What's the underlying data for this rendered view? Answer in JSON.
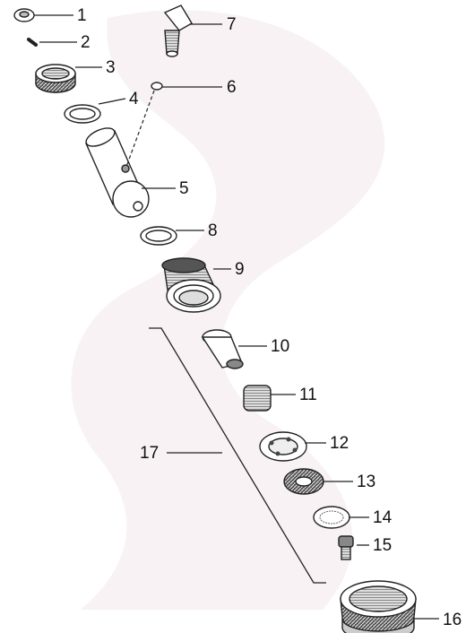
{
  "diagram": {
    "background_tint": "#f3e8ec",
    "line_color": "#222222",
    "part_fill": "#ffffff",
    "part_shade": "#bfbfbf",
    "callouts": [
      {
        "id": "p1",
        "label": "1"
      },
      {
        "id": "p2",
        "label": "2"
      },
      {
        "id": "p3",
        "label": "3"
      },
      {
        "id": "p4",
        "label": "4"
      },
      {
        "id": "p5",
        "label": "5"
      },
      {
        "id": "p6",
        "label": "6"
      },
      {
        "id": "p7",
        "label": "7"
      },
      {
        "id": "p8",
        "label": "8"
      },
      {
        "id": "p9",
        "label": "9"
      },
      {
        "id": "p10",
        "label": "10"
      },
      {
        "id": "p11",
        "label": "11"
      },
      {
        "id": "p12",
        "label": "12"
      },
      {
        "id": "p13",
        "label": "13"
      },
      {
        "id": "p14",
        "label": "14"
      },
      {
        "id": "p15",
        "label": "15"
      },
      {
        "id": "p16",
        "label": "16"
      },
      {
        "id": "p17",
        "label": "17"
      }
    ]
  }
}
